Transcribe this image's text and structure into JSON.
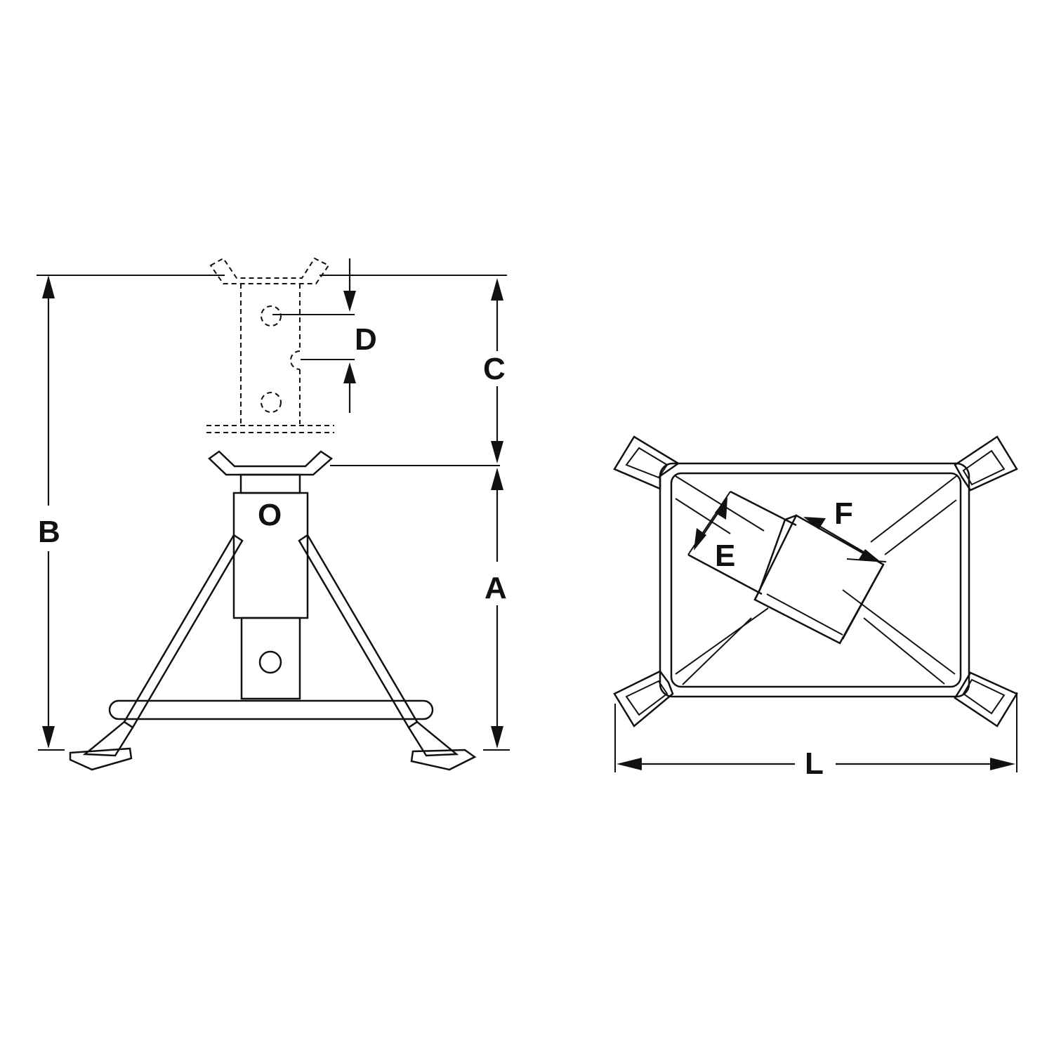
{
  "labels": {
    "A": "A",
    "B": "B",
    "C": "C",
    "D": "D",
    "E": "E",
    "F": "F",
    "L": "L",
    "O": "O"
  }
}
